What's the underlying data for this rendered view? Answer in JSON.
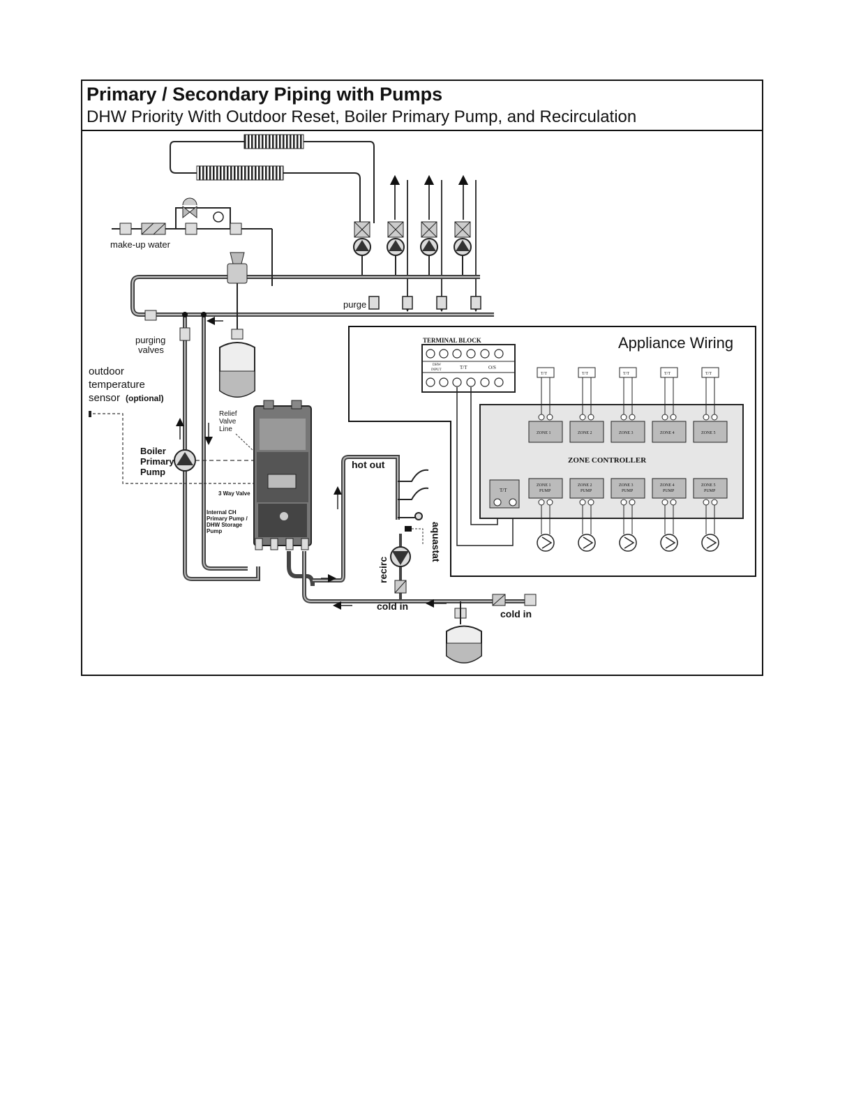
{
  "header": {
    "title": "Primary / Secondary Piping with Pumps",
    "subtitle": "DHW Priority With Outdoor Reset, Boiler Primary Pump, and Recirculation"
  },
  "piping_labels": {
    "make_up_water": "make-up water",
    "purge": "purge",
    "purging_valves_1": "purging",
    "purging_valves_2": "valves",
    "outdoor_1": "outdoor",
    "outdoor_2": "temperature",
    "outdoor_3": "sensor",
    "optional": "(optional)",
    "relief_1": "Relief",
    "relief_2": "Valve",
    "relief_3": "Line",
    "boiler_1": "Boiler",
    "boiler_2": "Primary",
    "boiler_3": "Pump",
    "three_way_valve": "3 Way Valve",
    "internal_1": "Internal CH",
    "internal_2": "Primary Pump /",
    "internal_3": "DHW Storage",
    "internal_4": "Pump",
    "hot_out": "hot out",
    "aquastat": "aquastat",
    "recirc": "recirc",
    "cold_in_1": "cold in",
    "cold_in_2": "cold in"
  },
  "wiring": {
    "title": "Appliance Wiring",
    "terminal_block": "TERMINAL BLOCK",
    "tb_dhw_1": "DHW",
    "tb_dhw_2": "INPUT",
    "tb_tt": "T/T",
    "tb_os": "O/S",
    "zone_controller": "ZONE CONTROLLER",
    "thermostat_label": "T/T",
    "zones": [
      "ZONE 1",
      "ZONE 2",
      "ZONE 3",
      "ZONE 4",
      "ZONE 5"
    ],
    "zone_pumps": [
      [
        "ZONE 1",
        "PUMP"
      ],
      [
        "ZONE 2",
        "PUMP"
      ],
      [
        "ZONE 3",
        "PUMP"
      ],
      [
        "ZONE 4",
        "PUMP"
      ],
      [
        "ZONE 5",
        "PUMP"
      ]
    ],
    "controller_tt": "T/T"
  }
}
